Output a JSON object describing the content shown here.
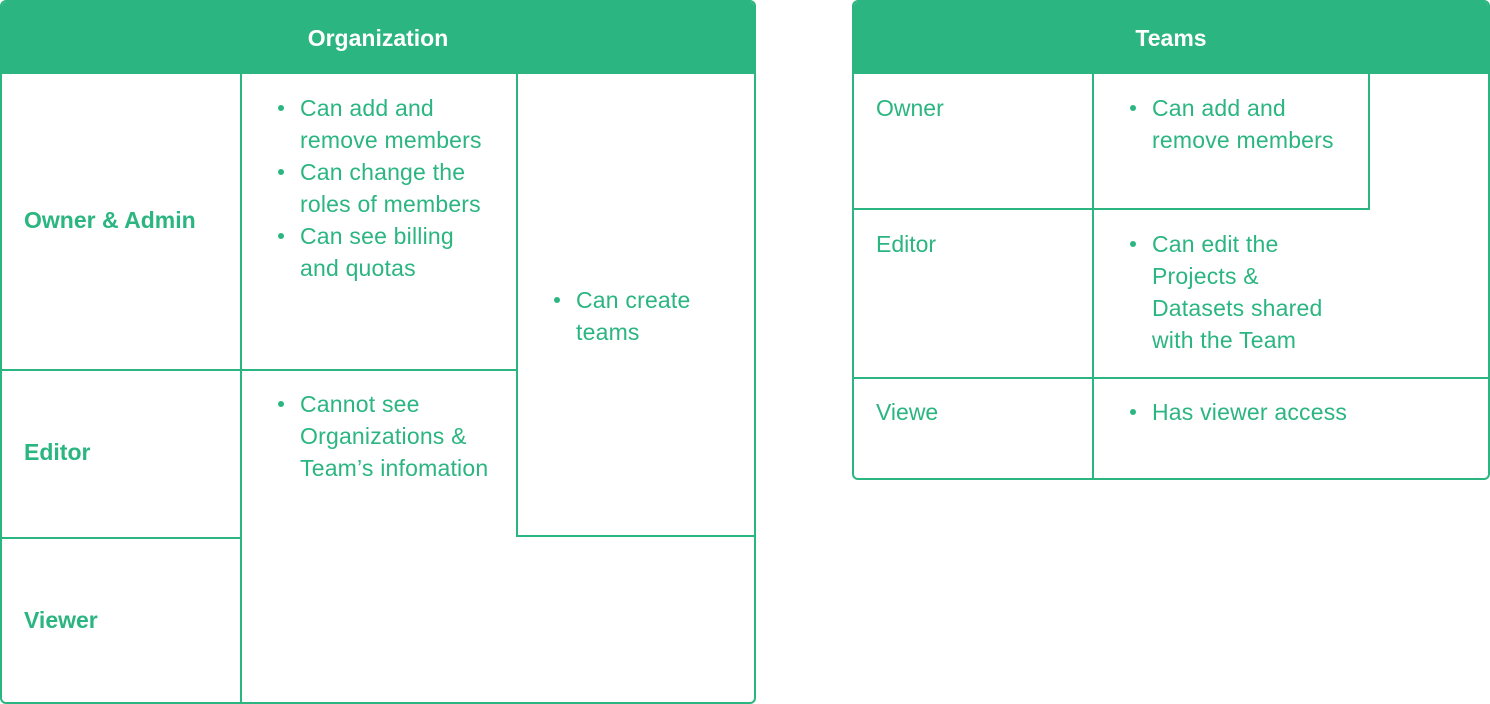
{
  "organization": {
    "title": "Organization",
    "roles": [
      "Owner & Admin",
      "Editor",
      "Viewer"
    ],
    "owner_admin_permissions": [
      "Can add and remove members",
      "Can change the roles of members",
      "Can see billing and quotas"
    ],
    "editor_viewer_permissions": [
      "Cannot see Organizations & Team’s infomation"
    ],
    "shared_permissions": [
      "Can  create teams"
    ]
  },
  "teams": {
    "title": "Teams",
    "roles": [
      "Owner",
      "Editor",
      "Viewe"
    ],
    "owner_permissions": [
      "Can add and remove members"
    ],
    "editor_permissions": [
      "Can edit the Projects & Datasets shared with the Team"
    ],
    "viewer_permissions": [
      "Has viewer access"
    ]
  },
  "colors": {
    "accent": "#2bb580",
    "header_text": "#ffffff",
    "background": "#ffffff"
  }
}
